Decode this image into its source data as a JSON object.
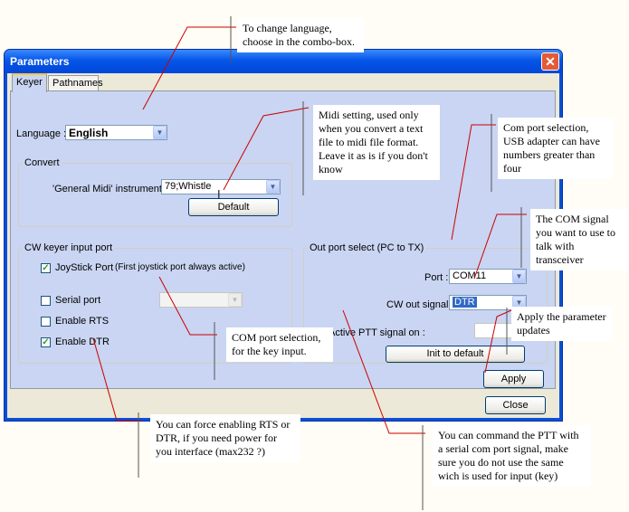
{
  "window": {
    "title": "Parameters",
    "close_glyph": "✕"
  },
  "tabs": [
    "Keyer",
    "Pathnames"
  ],
  "language": {
    "label": "Language :",
    "value": "English"
  },
  "convert": {
    "legend": "Convert",
    "instrument_label": "'General Midi' instrument :",
    "instrument_value": "79;Whistle",
    "default_button": "Default"
  },
  "cw_input": {
    "legend": "CW keyer input port",
    "joystick_label": "JoyStick Port",
    "joystick_checked": true,
    "joystick_note": "(First joystick port always active)",
    "serial_label": "Serial port",
    "serial_checked": false,
    "rts_label": "Enable RTS",
    "rts_checked": false,
    "dtr_label": "Enable DTR",
    "dtr_checked": true
  },
  "out_port": {
    "legend": "Out port select (PC to TX)",
    "port_label": "Port :",
    "port_value": "COM11",
    "cw_out_label": "CW out signal :",
    "cw_out_value": "DTR",
    "ptt_label": "Active PTT signal on :",
    "ptt_checked": false,
    "init_button": "Init to default"
  },
  "apply_button": "Apply",
  "close_button": "Close",
  "notes": {
    "language": "To change language, choose in the combo-box.",
    "midi": "Midi setting, used only when you convert a text file to midi file format. Leave it as is if you don't know",
    "com_port": "Com port selection, USB adapter can have numbers greater than four",
    "com_signal": "The COM signal you want to use to talk with transceiver",
    "apply": "Apply the parameter updates",
    "com_input": "COM port selection, for the key input.",
    "rts_dtr": "You can force enabling RTS or DTR, if you need power for you interface (max232 ?)",
    "ptt": "You can command the PTT with a serial com port signal, make sure you do not  use the same wich is used for input (key)"
  },
  "icons": {
    "dropdown": "chevron-down-icon",
    "check": "checkmark-icon"
  },
  "colors": {
    "titlebar": "#0656e8",
    "panel": "#c9d5f2",
    "callout_line": "#cc0000"
  }
}
